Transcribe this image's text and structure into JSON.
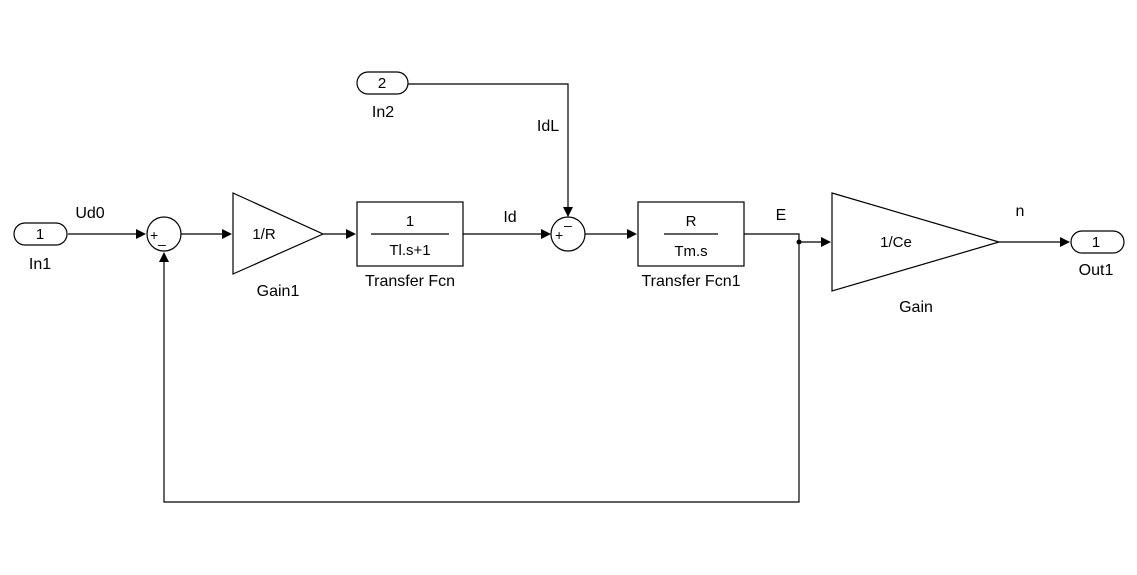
{
  "ports": {
    "in1": {
      "number": "1",
      "name": "In1"
    },
    "in2": {
      "number": "2",
      "name": "In2"
    },
    "out1": {
      "number": "1",
      "name": "Out1"
    }
  },
  "blocks": {
    "gain1": {
      "expr": "1/R",
      "name": "Gain1"
    },
    "transfer_fcn": {
      "numerator": "1",
      "denominator": "Tl.s+1",
      "name": "Transfer Fcn"
    },
    "transfer_fcn1": {
      "numerator": "R",
      "denominator": "Tm.s",
      "name": "Transfer Fcn1"
    },
    "gain": {
      "expr": "1/Ce",
      "name": "Gain"
    }
  },
  "sums": {
    "sum1": {
      "plus": "+",
      "minus": "–"
    },
    "sum2": {
      "plus": "+",
      "minus": "–"
    }
  },
  "signals": {
    "ud0": "Ud0",
    "idl": "IdL",
    "id": "Id",
    "e": "E",
    "n": "n"
  }
}
